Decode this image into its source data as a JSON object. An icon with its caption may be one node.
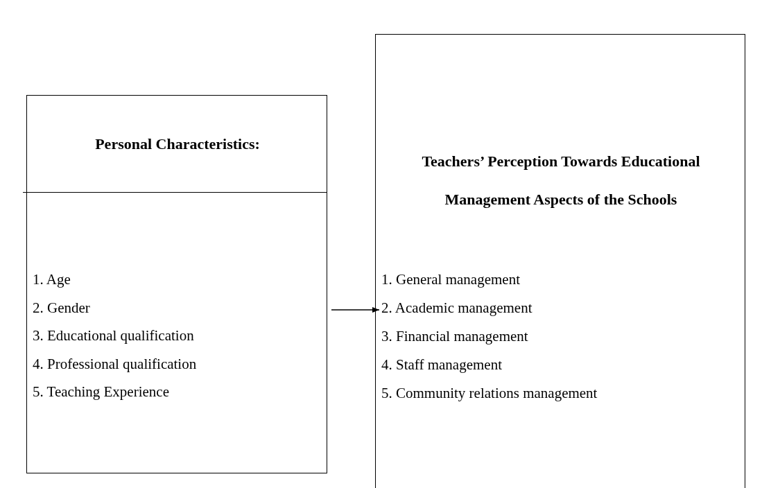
{
  "diagram": {
    "nodes": [
      {
        "text": [
          "Personal Characteristics:",
          "1. Age",
          "2. Gender",
          "3. Educational qualification",
          "4. Professional qualification",
          "5. Teaching Experience"
        ]
      },
      {
        "text": [
          "Teachers’ Perception Towards Educational Management Aspects of the Schools",
          "1. General management",
          "2. Academic management",
          "3. Financial management",
          "4. Staff management",
          "5. Community relations management"
        ]
      }
    ],
    "edges": [
      {
        "from": 0,
        "to": 1,
        "arrow": "to"
      }
    ]
  }
}
